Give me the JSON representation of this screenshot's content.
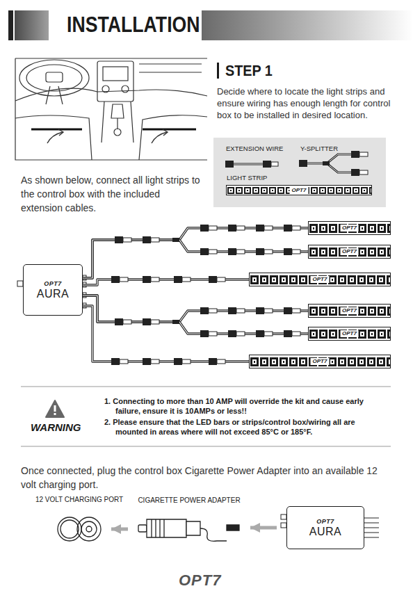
{
  "diagram": {
    "title": "INSTALLATION",
    "nodes": [
      {
        "text": [
          "LIGHT STRIP",
          "OPT7"
        ]
      },
      {
        "text": [
          "OPT7",
          "AURA"
        ]
      },
      {
        "text": [
          "OPT7"
        ]
      },
      {
        "text": [
          "OPT7"
        ]
      },
      {
        "text": [
          "OPT7"
        ]
      },
      {
        "text": [
          "OPT7"
        ]
      },
      {
        "text": [
          "OPT7"
        ]
      },
      {
        "text": [
          "OPT7"
        ]
      },
      {
        "text": [
          "12 VOLT CHARGING PORT"
        ]
      },
      {
        "text": [
          "CIGARETTE POWER ADAPTER"
        ]
      },
      {
        "text": [
          "OPT7",
          "AURA"
        ]
      }
    ],
    "edges": [
      {
        "from": 1,
        "to": 2,
        "arrow": "none"
      },
      {
        "from": 1,
        "to": 3,
        "arrow": "none"
      },
      {
        "from": 1,
        "to": 4,
        "arrow": "none"
      },
      {
        "from": 1,
        "to": 5,
        "arrow": "none"
      },
      {
        "from": 1,
        "to": 6,
        "arrow": "none"
      },
      {
        "from": 1,
        "to": 7,
        "arrow": "none"
      },
      {
        "from": 10,
        "to": 9,
        "arrow": "to"
      },
      {
        "from": 9,
        "to": 8,
        "arrow": "to"
      }
    ],
    "labels": [
      "STEP 1",
      "Decide where to locate the light strips and ensure wiring has enough length for control box to be installed in desired location.",
      "EXTENSION WIRE",
      "Y-SPLITTER",
      "As shown below, connect all light strips to the control box with the included extension cables.",
      "WARNING",
      "1. Connecting to more than 10 AMP will override the kit and cause early failure, ensure it is 10AMPs or less!!",
      "2. Please ensure that the LED bars or strips/control box/wiring all are mounted in areas where will not exceed 85°C or 185°F.",
      "Once connected, plug the control box Cigarette Power Adapter into an available 12 volt charging port.",
      "OPT7"
    ]
  }
}
